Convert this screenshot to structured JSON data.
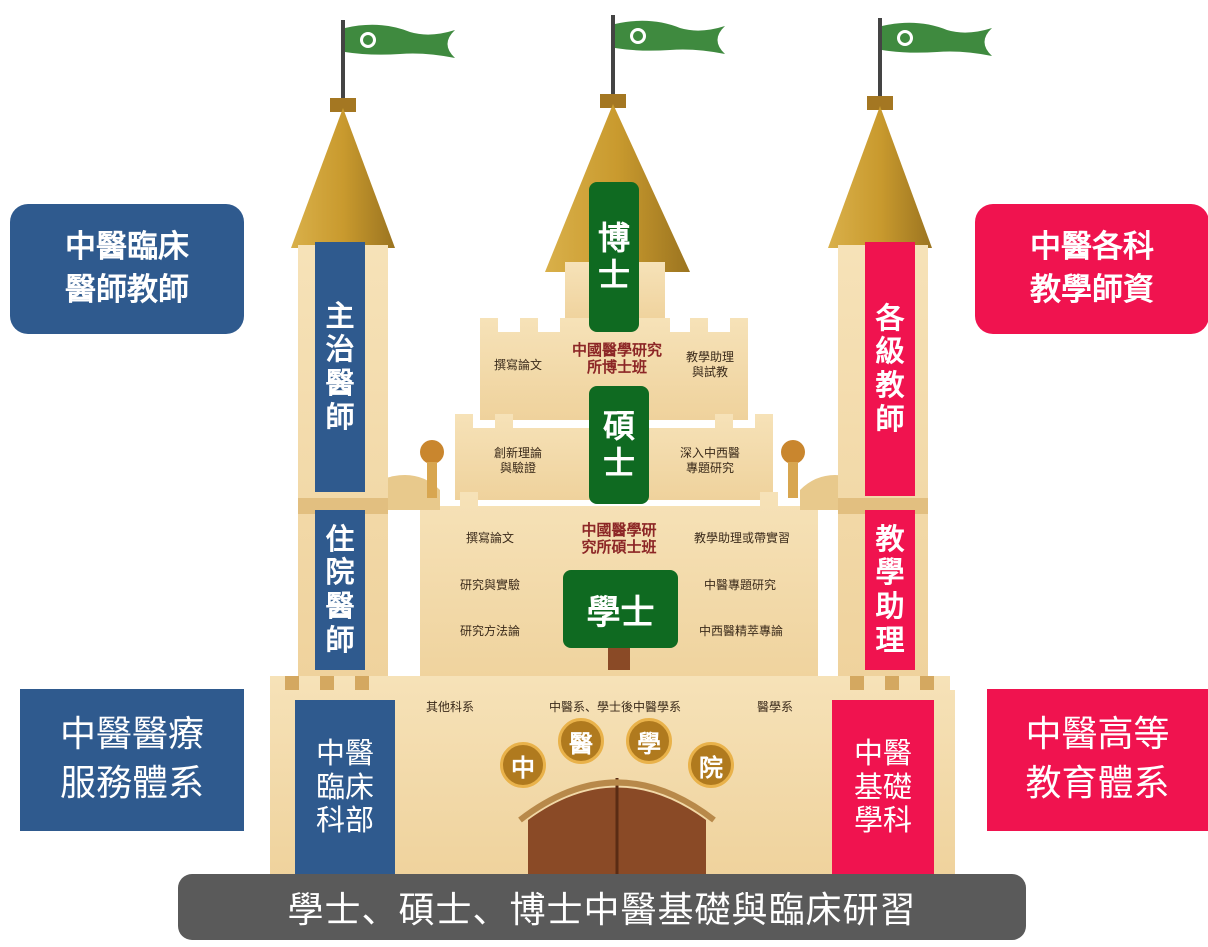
{
  "left_panels": {
    "top": [
      "中醫臨床",
      "醫師教師"
    ],
    "bottom": [
      "中醫醫療",
      "服務體系"
    ]
  },
  "right_panels": {
    "top": [
      "中醫各科",
      "教學師資"
    ],
    "bottom": [
      "中醫高等",
      "教育體系"
    ]
  },
  "left_tower": {
    "upper": [
      "主",
      "治",
      "醫",
      "師"
    ],
    "middle": [
      "住",
      "院",
      "醫",
      "師"
    ],
    "base": [
      "中醫",
      "臨床",
      "科部"
    ]
  },
  "right_tower": {
    "upper": [
      "各",
      "級",
      "教",
      "師"
    ],
    "middle": [
      "教",
      "學",
      "助",
      "理"
    ],
    "base": [
      "中醫",
      "基礎",
      "學科"
    ]
  },
  "degrees": {
    "phd": [
      "博",
      "士"
    ],
    "master": [
      "碩",
      "士"
    ],
    "bachelor": "學士"
  },
  "institutes": {
    "phd": [
      "中國醫學研究",
      "所博士班"
    ],
    "master": [
      "中國醫學研",
      "究所碩士班"
    ]
  },
  "phd_level": {
    "left": "撰寫論文",
    "right": [
      "教學助理",
      "與試教"
    ]
  },
  "mid_level": {
    "left": [
      "創新理論",
      "與驗證"
    ],
    "right": [
      "深入中西醫",
      "專題研究"
    ]
  },
  "master_level": {
    "row1_left": "撰寫論文",
    "row1_right": "教學助理或帶實習",
    "row2_left": "研究與實驗",
    "row2_right": "中醫專題研究",
    "row3_left": "研究方法論",
    "row3_right": "中西醫精萃專論"
  },
  "base_level": {
    "left": "其他科系",
    "center": "中醫系、學士後中醫學系",
    "right": "醫學系"
  },
  "gate_medals": [
    "中",
    "醫",
    "學",
    "院"
  ],
  "footer": "學士、碩士、博士中醫基礎與臨床研習"
}
